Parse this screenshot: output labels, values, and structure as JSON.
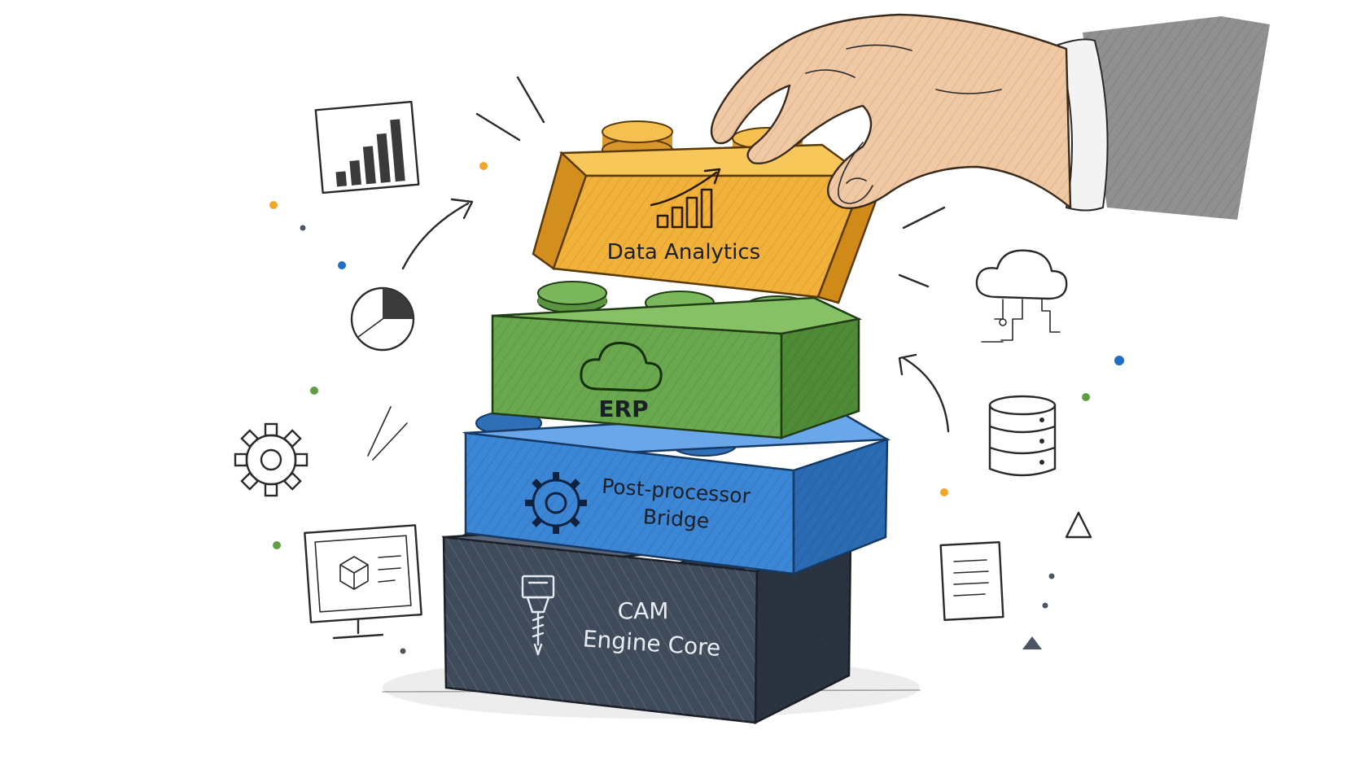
{
  "blocks": {
    "analytics": {
      "label": "Data Analytics",
      "color": "#f2b23a",
      "icon": "trend-chart-icon"
    },
    "erp": {
      "label": "ERP",
      "color": "#6aa84f",
      "icon": "cloud-icon"
    },
    "bridge": {
      "label_line1": "Post-processor",
      "label_line2": "Bridge",
      "color": "#3c86d6",
      "icon": "gear-icon"
    },
    "cam": {
      "label_line1": "CAM",
      "label_line2": "Engine Core",
      "color": "#3f4a5a",
      "icon": "spindle-icon"
    }
  },
  "accent_colors": {
    "orange": "#f0a72a",
    "blue": "#1f6fc5",
    "green": "#5f9e45",
    "gray": "#4a5566"
  }
}
